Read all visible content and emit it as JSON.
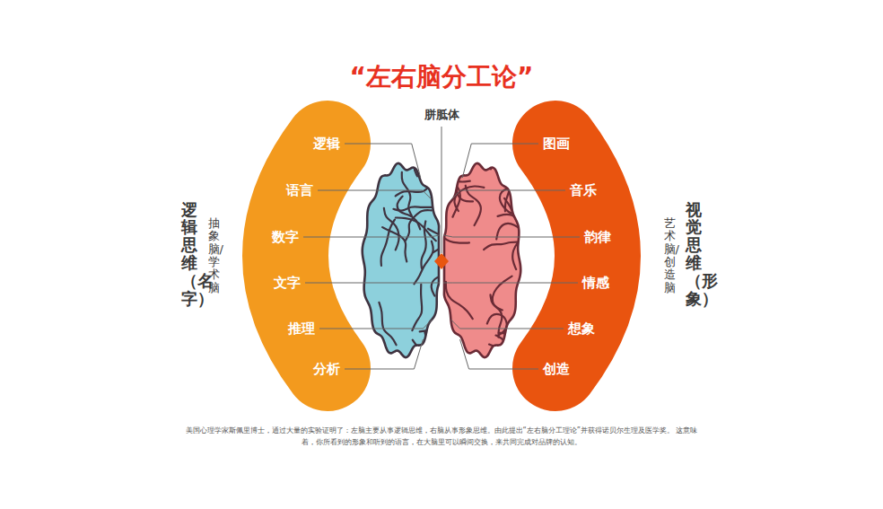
{
  "diagram": {
    "title": "“左右脑分工论”",
    "caption": "美国心理学家斯佩里博士，通过大量的实验证明了：左脑主要从事逻辑思维，右脑从事形象思维。由此提出“左右脑分工理论”并获得诺贝尔生理及医学奖。 这意味着，你所看到的形象和听到的语言，在大脑里可以瞬间交换，来共同完成对品牌的认知。",
    "nodes": [
      {
        "text": [
          "逻辑",
          "语言",
          "数字",
          "文字",
          "推理",
          "分析"
        ]
      },
      {
        "text": [
          "图画",
          "音乐",
          "韵律",
          "情感",
          "想象",
          "创造"
        ]
      }
    ],
    "labels": [
      "胼胝体",
      "逻辑思维（名字）",
      "抽象脑/学术脑",
      "视觉思维（形象）",
      "艺术脑/创造脑"
    ]
  }
}
